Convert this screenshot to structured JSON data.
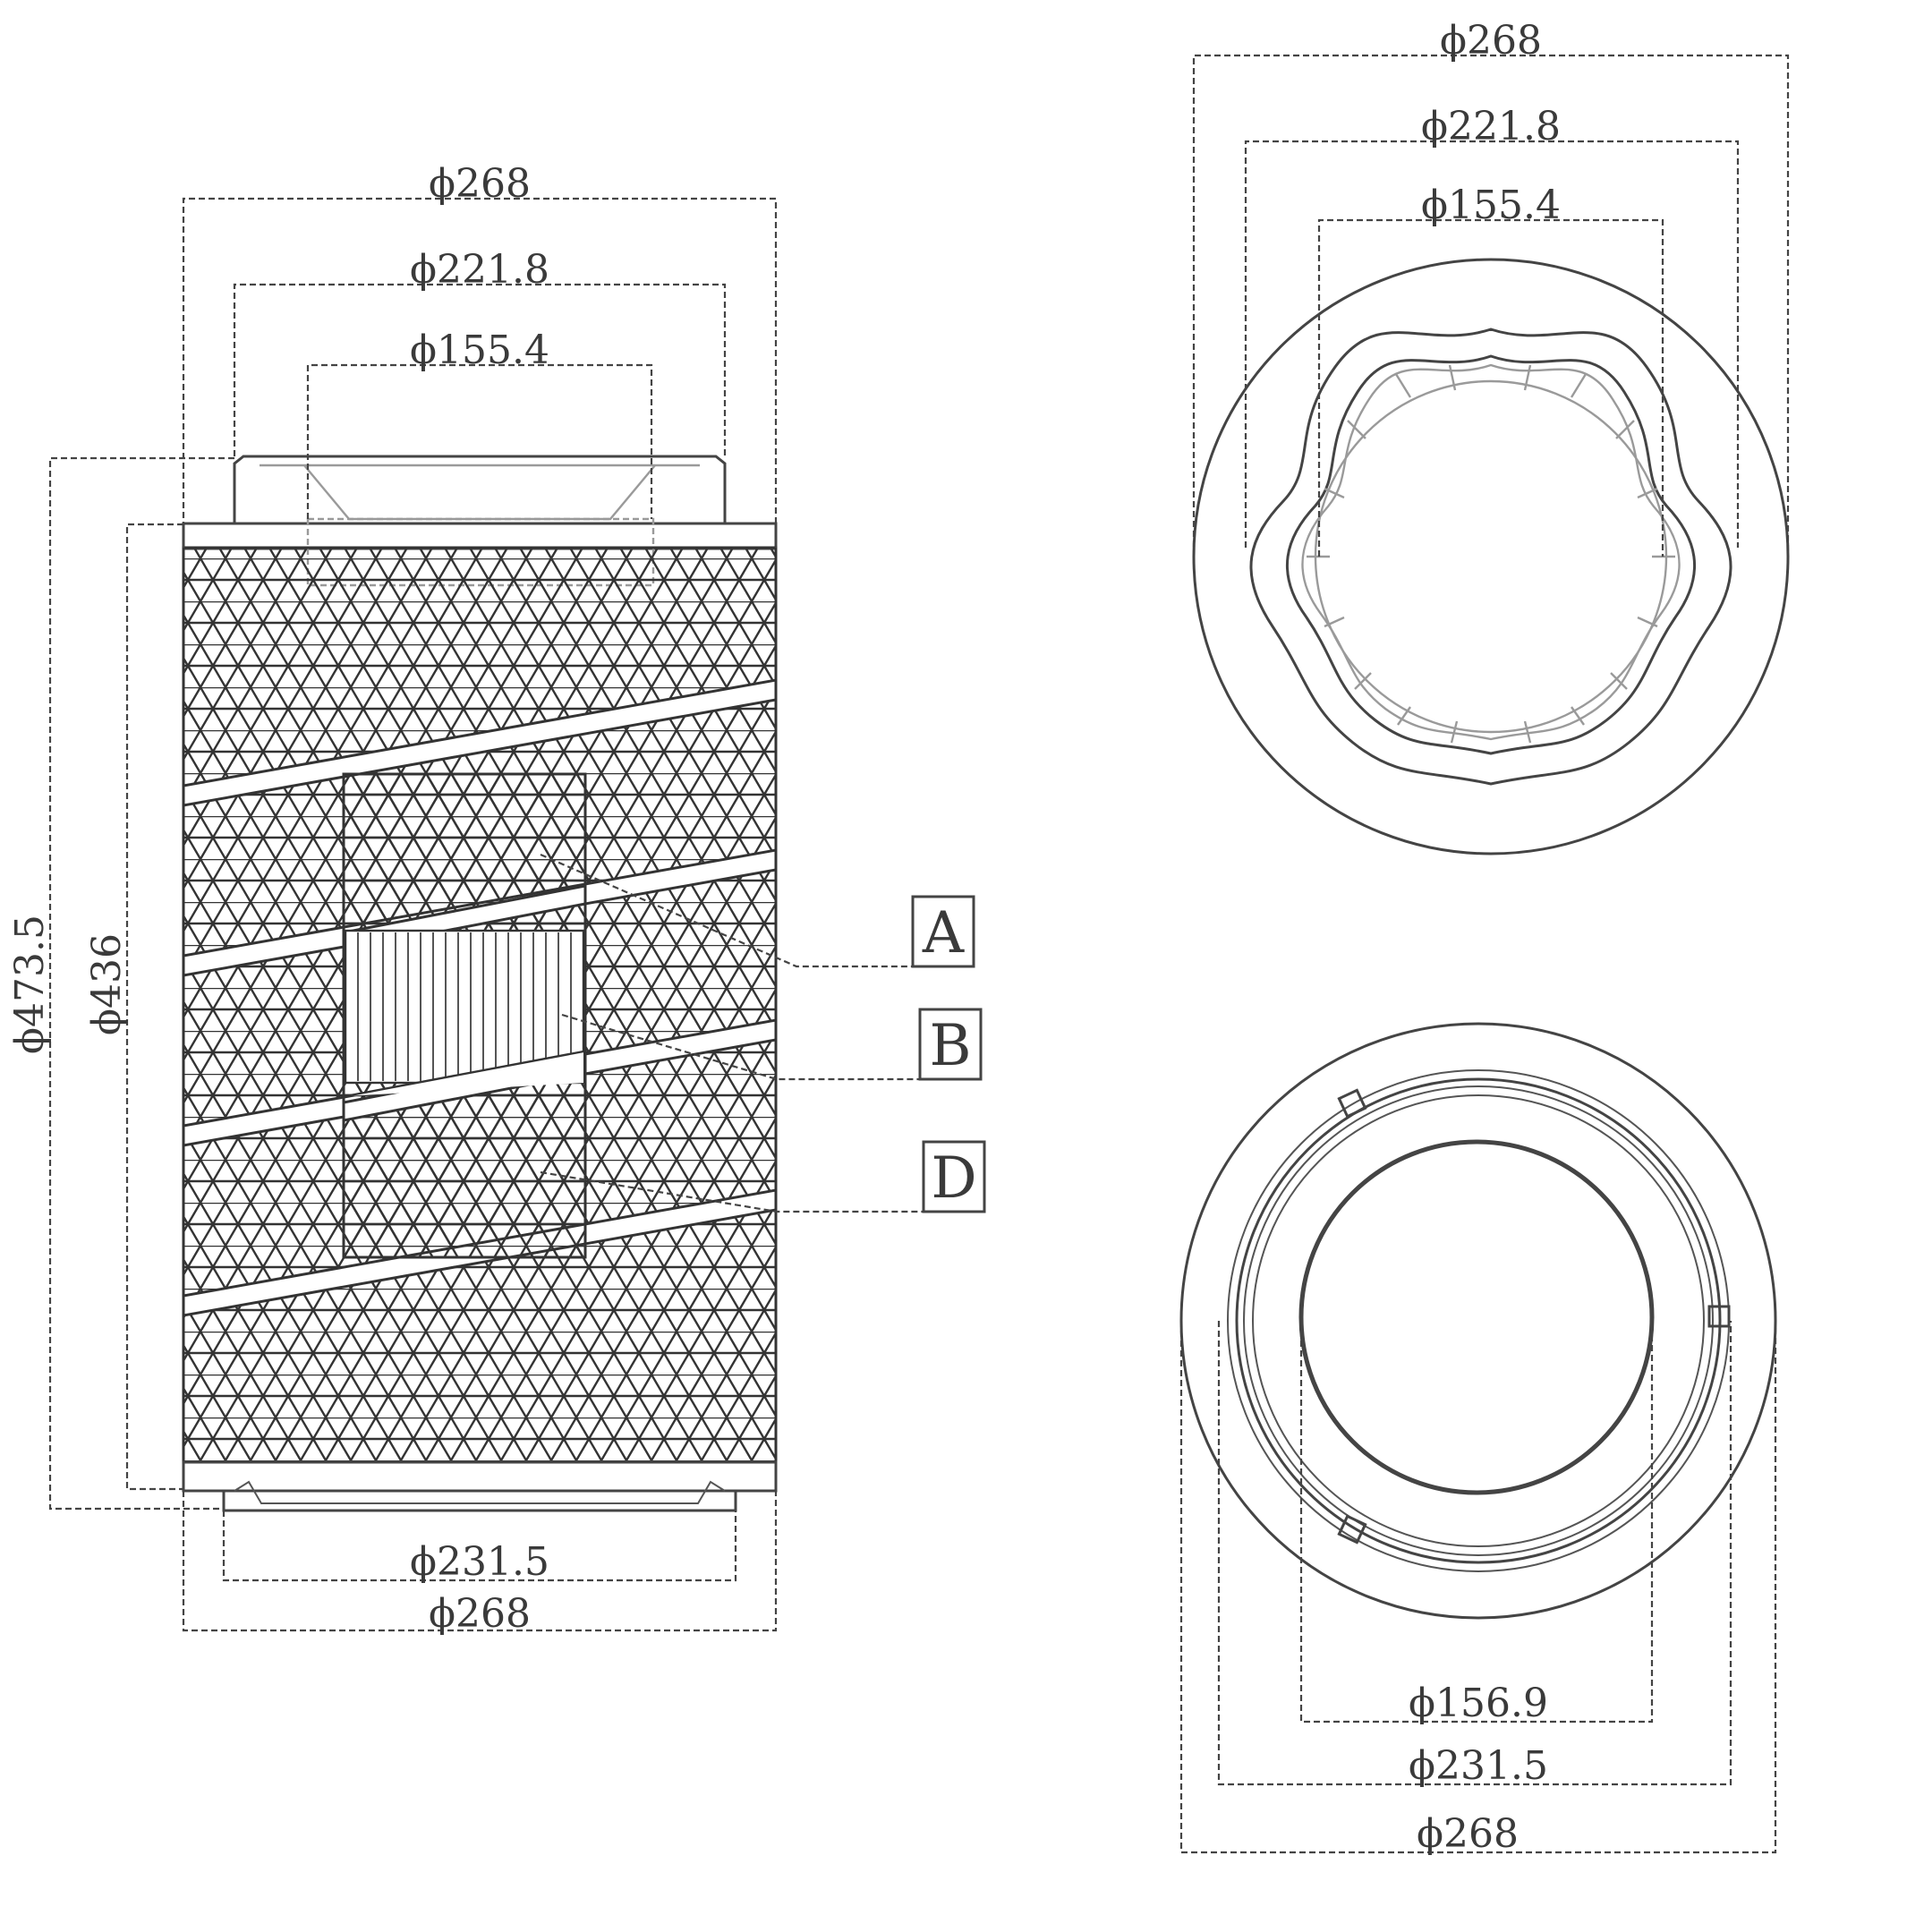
{
  "side_view": {
    "top_dims": [
      "ϕ268",
      "ϕ221.8",
      "ϕ155.4"
    ],
    "bottom_dims": [
      "ϕ231.5",
      "ϕ268"
    ],
    "left_dims": [
      "ϕ473.5",
      "ϕ436"
    ]
  },
  "callouts": [
    "A",
    "B",
    "D"
  ],
  "top_view": {
    "dims": [
      "ϕ268",
      "ϕ221.8",
      "ϕ155.4"
    ]
  },
  "bottom_view": {
    "dims": [
      "ϕ156.9",
      "ϕ231.5",
      "ϕ268"
    ]
  },
  "colors": {
    "line": "#444444",
    "light_line": "#9a9a9a",
    "background": "#ffffff"
  }
}
